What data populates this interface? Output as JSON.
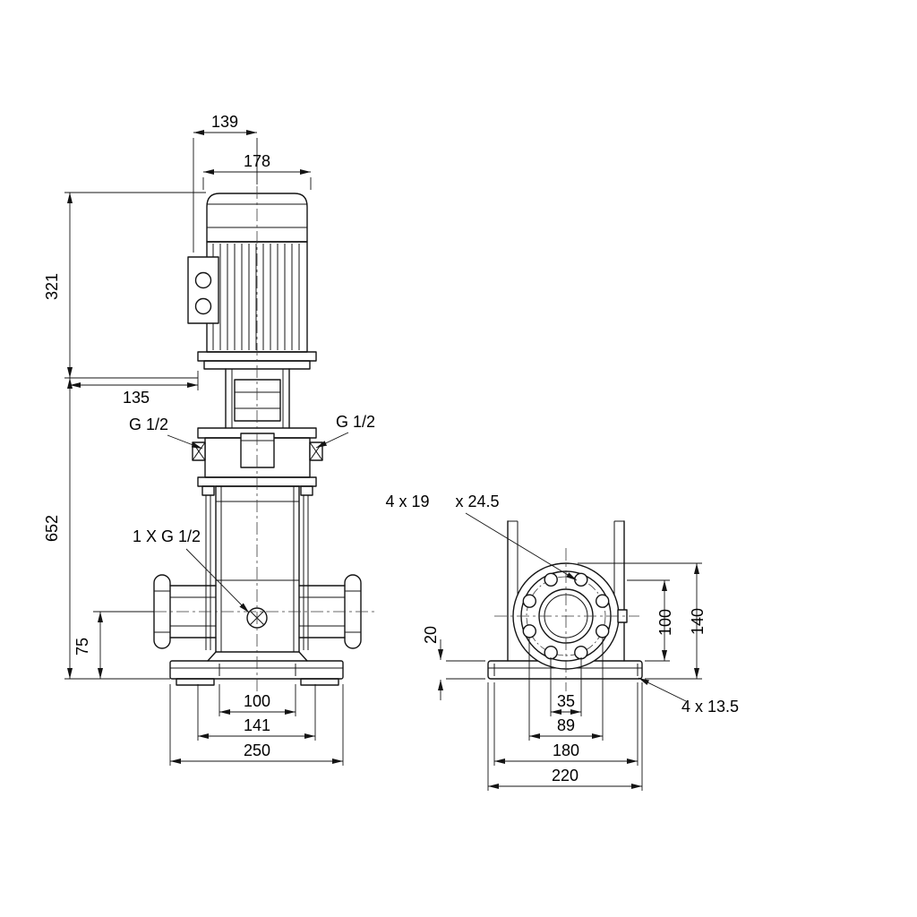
{
  "colors": {
    "line": "#141414",
    "background": "#ffffff"
  },
  "front_view": {
    "dim_139": "139",
    "dim_178": "178",
    "dim_321": "321",
    "dim_135": "135",
    "dim_652": "652",
    "dim_75": "75",
    "port_left_label": "G 1/2",
    "port_right_label": "G 1/2",
    "drain_label": "1 X G 1/2",
    "dim_100": "100",
    "dim_141": "141",
    "dim_250": "250"
  },
  "side_view": {
    "holes_label": "4 x 19",
    "counterbore_label": "x 24.5",
    "dim_20": "20",
    "dim_100": "100",
    "dim_140": "140",
    "dim_35": "35",
    "dim_89": "89",
    "dim_180": "180",
    "dim_220": "220",
    "base_holes_label": "4 x 13.5"
  }
}
